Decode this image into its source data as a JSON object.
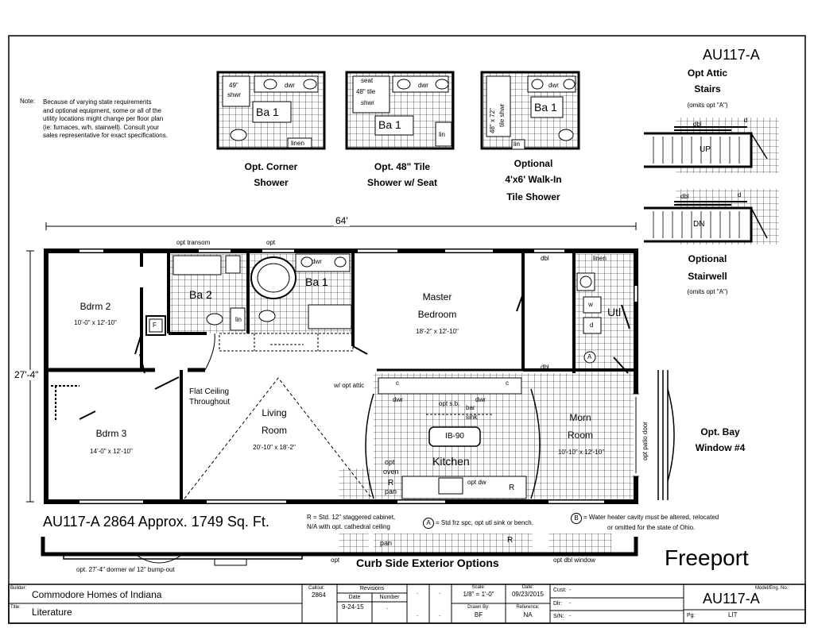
{
  "model_top": "AU117-A",
  "note": {
    "label": "Note:",
    "lines": [
      "Because of varying state requirements",
      "and optional equipment, some or all of the",
      "utility locations might change per floor plan",
      "(ie: furnaces, w/h, stairwell).  Consult your",
      "sales representative for exact specifications."
    ]
  },
  "options": {
    "corner_shower": {
      "title_1": "Opt. Corner",
      "title_2": "Shower",
      "shwr_1": "49\"",
      "shwr_2": "shwr",
      "bath": "Ba 1",
      "dwr": "dwr",
      "linen": "linen"
    },
    "tile_seat": {
      "title_1": "Opt. 48\" Tile",
      "title_2": "Shower w/ Seat",
      "seat_1": "seat",
      "seat_2": "48\" tile",
      "seat_3": "shwr",
      "bath": "Ba 1",
      "dwr": "dwr",
      "lin": "lin"
    },
    "walk_in": {
      "title_1": "Optional",
      "title_2": "4'x6' Walk-In",
      "title_3": "Tile Shower",
      "shwr_1": "48\" x 72\"",
      "shwr_2": "tile shwr",
      "bath": "Ba 1",
      "dwr": "dwr",
      "lin": "lin"
    },
    "attic": {
      "title_1": "Opt Attic",
      "title_2": "Stairs",
      "note": "(omits opt \"A\")",
      "dbl": "dbl",
      "d": "d",
      "up": "UP"
    },
    "stairwell": {
      "title_1": "Optional",
      "title_2": "Stairwell",
      "note": "(omits opt \"A\")",
      "dbl": "dbl",
      "d": "d",
      "dn": "DN"
    },
    "bay": {
      "title_1": "Opt. Bay",
      "title_2": "Window #4"
    }
  },
  "dims": {
    "width": "64'",
    "depth": "27'-4\""
  },
  "rooms": {
    "bdrm2": {
      "name": "Bdrm 2",
      "size": "10'-0\" x 12'-10\""
    },
    "bdrm3": {
      "name": "Bdrm 3",
      "size": "14'-0\" x 12'-10\""
    },
    "living": {
      "name_1": "Living",
      "name_2": "Room",
      "size": "20'-10\" x 18'-2\""
    },
    "master": {
      "name_1": "Master",
      "name_2": "Bedroom",
      "size": "18'-2\" x 12'-10\""
    },
    "morn": {
      "name_1": "Morn",
      "name_2": "Room",
      "size": "10'-10\" x 12'-10\""
    },
    "kitchen": {
      "name": "Kitchen"
    },
    "ba1": {
      "name": "Ba 1"
    },
    "ba2": {
      "name": "Ba 2"
    },
    "utl": {
      "name": "Utl"
    }
  },
  "labels": {
    "opt_transom": "opt transom",
    "opt": "opt",
    "flat_1": "Flat Ceiling",
    "flat_2": "Throughout",
    "opt_attic": "w/ opt attic",
    "dbl": "dbl",
    "linen": "linen",
    "lin": "lin",
    "dwr": "dwr",
    "opt_sb": "opt s.b.",
    "bar": "bar",
    "sink": "sink",
    "ib": "IB-90",
    "opt_oven_1": "opt",
    "opt_oven_2": "oven",
    "r": "R",
    "pan": "pan",
    "opt_dw": "opt dw",
    "patio": "opt patio door",
    "c": "c",
    "f": "F",
    "w": "w",
    "d": "d",
    "a": "A"
  },
  "summary": {
    "main": "AU117-A 2864  Approx. 1749 Sq. Ft.",
    "r_note_1": "R = Std. 12\" staggered cabinet,",
    "r_note_2": "N/A with opt. cathedral ceiling",
    "a_symbol": "A",
    "a_note": "= Std frz spc, opt utl sink or bench.",
    "b_symbol": "B",
    "b_note_1": "= Water heater cavity must be altered, relocated",
    "b_note_2": "or omitted for the state of Ohio."
  },
  "exterior": {
    "dormer": "opt. 27'-4\" dormer w/ 12\" bump-out",
    "opt": "opt",
    "pan": "pan",
    "r": "R",
    "title": "Curb Side Exterior Options",
    "dbl_window": "opt dbl window",
    "series": "Freeport"
  },
  "title_block": {
    "builder_label": "Builder:",
    "builder": "Commodore Homes of Indiana",
    "title_label": "Title:",
    "title": "Literature",
    "callout_label": "Callout:",
    "callout": "2864",
    "revisions_label": "Revisions",
    "date_label": "Date",
    "number_label": "Number",
    "rev_date": "9-24-15",
    "dot": ".",
    "scale_label": "Scale:",
    "scale": "1/8\" = 1'-0\"",
    "date2_label": "Date:",
    "date2": "09/23/2015",
    "drawn_label": "Drawn By:",
    "drawn": "BF",
    "reference_label": "Reference:",
    "reference": "NA",
    "cust_label": "Cust:",
    "cust": "-",
    "dlr_label": "Dlr:",
    "dlr": "-",
    "sn_label": "S/N:",
    "sn": "-",
    "model_label": "Model/Eng. No.:",
    "model": "AU117-A",
    "pg_label": "Pg:",
    "pg": "LIT"
  }
}
